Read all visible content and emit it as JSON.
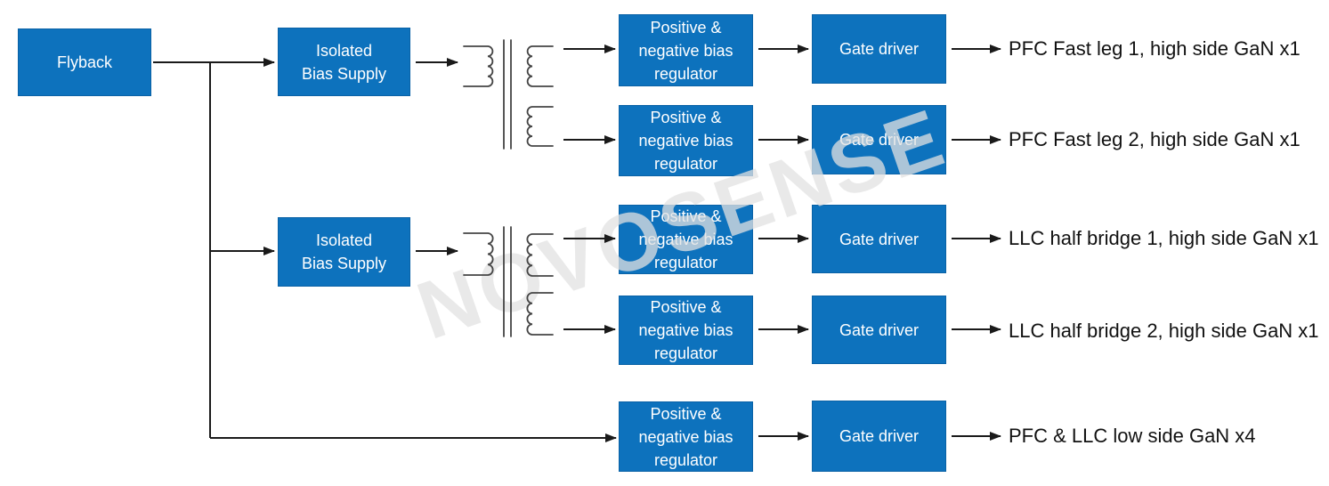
{
  "colors": {
    "box_fill": "#0d72bd",
    "box_border": "#0a62a6",
    "box_text": "#ffffff",
    "connector": "#1a1a1a",
    "coil": "#454545",
    "label_text": "#111111",
    "watermark": "#e1e1e1",
    "background": "#ffffff"
  },
  "boxes": {
    "flyback": {
      "label": "Flyback"
    },
    "isolated_bias_supply": {
      "lines": [
        "Isolated",
        "Bias Supply"
      ]
    },
    "bias_regulator": {
      "lines": [
        "Positive &",
        "negative bias",
        "regulator"
      ]
    },
    "gate_driver": {
      "label": "Gate driver"
    }
  },
  "outputs": [
    {
      "label": "PFC Fast leg 1, high side GaN x1"
    },
    {
      "label": "PFC Fast leg 2, high side GaN x1"
    },
    {
      "label": "LLC half bridge 1, high side GaN x1"
    },
    {
      "label": "LLC half bridge 2, high side GaN x1"
    },
    {
      "label": "PFC & LLC low side GaN x4"
    }
  ],
  "watermark": {
    "text": "NOVOSENSE"
  },
  "connections": [
    {
      "from": "Flyback",
      "to": "Isolated Bias Supply (top)"
    },
    {
      "from": "Flyback",
      "to": "Isolated Bias Supply (middle)"
    },
    {
      "from": "Flyback",
      "to": "Positive & negative bias regulator (row 5)"
    },
    {
      "from": "Isolated Bias Supply (top)",
      "to": "Transformer 1"
    },
    {
      "from": "Transformer 1 secondary 1",
      "to": "Positive & negative bias regulator (row 1)"
    },
    {
      "from": "Transformer 1 secondary 2",
      "to": "Positive & negative bias regulator (row 2)"
    },
    {
      "from": "Isolated Bias Supply (middle)",
      "to": "Transformer 2"
    },
    {
      "from": "Transformer 2 secondary 1",
      "to": "Positive & negative bias regulator (row 3)"
    },
    {
      "from": "Transformer 2 secondary 2",
      "to": "Positive & negative bias regulator (row 4)"
    },
    {
      "from": "Positive & negative bias regulator (row 1)",
      "to": "Gate driver (row 1)"
    },
    {
      "from": "Positive & negative bias regulator (row 2)",
      "to": "Gate driver (row 2)"
    },
    {
      "from": "Positive & negative bias regulator (row 3)",
      "to": "Gate driver (row 3)"
    },
    {
      "from": "Positive & negative bias regulator (row 4)",
      "to": "Gate driver (row 4)"
    },
    {
      "from": "Positive & negative bias regulator (row 5)",
      "to": "Gate driver (row 5)"
    },
    {
      "from": "Gate driver (row 1)",
      "to": "PFC Fast leg 1, high side GaN x1"
    },
    {
      "from": "Gate driver (row 2)",
      "to": "PFC Fast leg 2, high side GaN x1"
    },
    {
      "from": "Gate driver (row 3)",
      "to": "LLC half bridge 1, high side GaN x1"
    },
    {
      "from": "Gate driver (row 4)",
      "to": "LLC half bridge 2, high side GaN x1"
    },
    {
      "from": "Gate driver (row 5)",
      "to": "PFC & LLC low side GaN x4"
    }
  ]
}
